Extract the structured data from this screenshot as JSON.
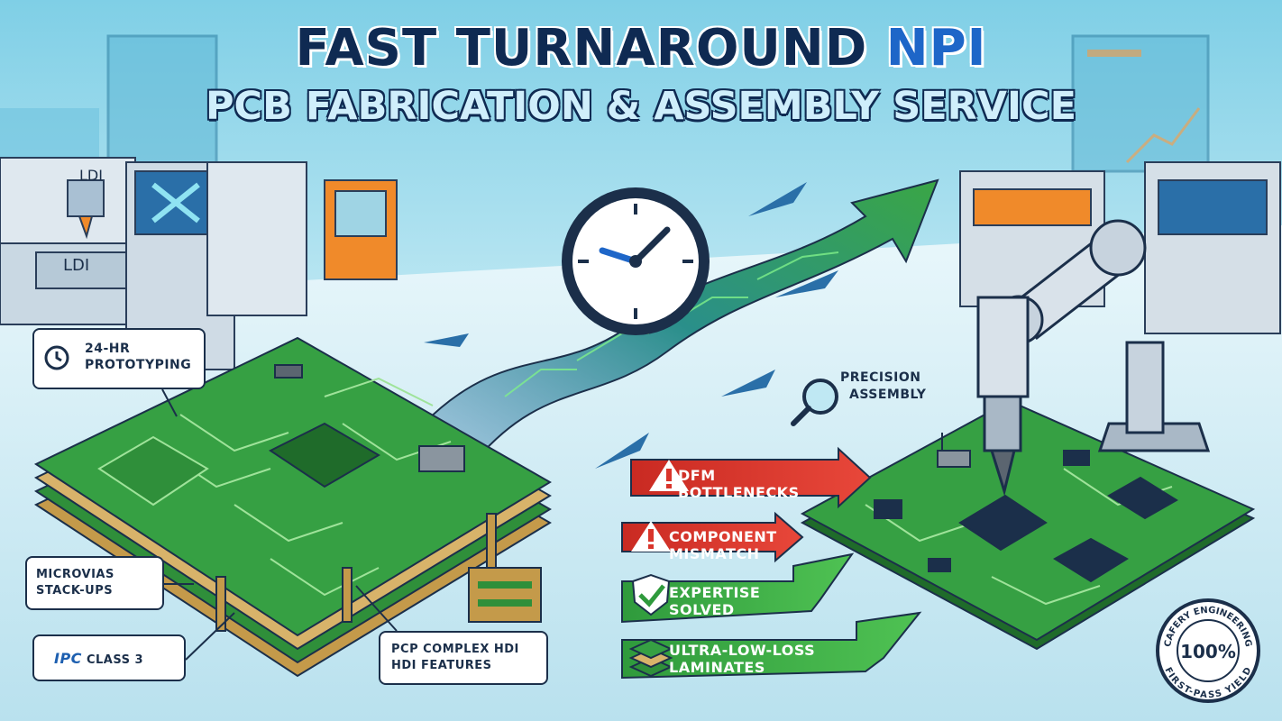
{
  "header": {
    "title_main": "FAST TURNAROUND ",
    "title_accent": "NPI",
    "subtitle": "PCB FABRICATION & ASSEMBLY SERVICE"
  },
  "machines": {
    "ldi_top": "LDI",
    "ldi_bottom": "LDI"
  },
  "callouts": {
    "prototyping_line1": "24-HR",
    "prototyping_line2": "PROTOTYPING",
    "microvias_line1": "MICROVIAS",
    "microvias_line2": "STACK-UPS",
    "ipc_logo": "IPC",
    "ipc_text": "CLASS 3",
    "hdi_line1": "PCP COMPLEX HDI",
    "hdi_line2": "HDI  FEATURES",
    "precision_line1": "PRECISION",
    "precision_line2": "ASSEMBLY"
  },
  "tags": {
    "dfm_line1": "DFM",
    "dfm_line2": "BOTTLENECKS",
    "component_line1": "COMPONENT",
    "component_line2": "MISMATCH",
    "expertise_line1": "EXPERTISE",
    "expertise_line2": "SOLVED",
    "ultra_line1": "ULTRA-LOW-LOSS",
    "ultra_line2": "LAMINATES"
  },
  "seal": {
    "ring_top": "CAFERY ENGINEERING",
    "ring_bottom": "FIRST-PASS YIELD",
    "value": "100%"
  },
  "colors": {
    "navy": "#0f2a52",
    "accent_blue": "#1e66c8",
    "pcb_green": "#2f8f3a",
    "warning_red": "#d9342b",
    "success_green": "#3aa645"
  }
}
